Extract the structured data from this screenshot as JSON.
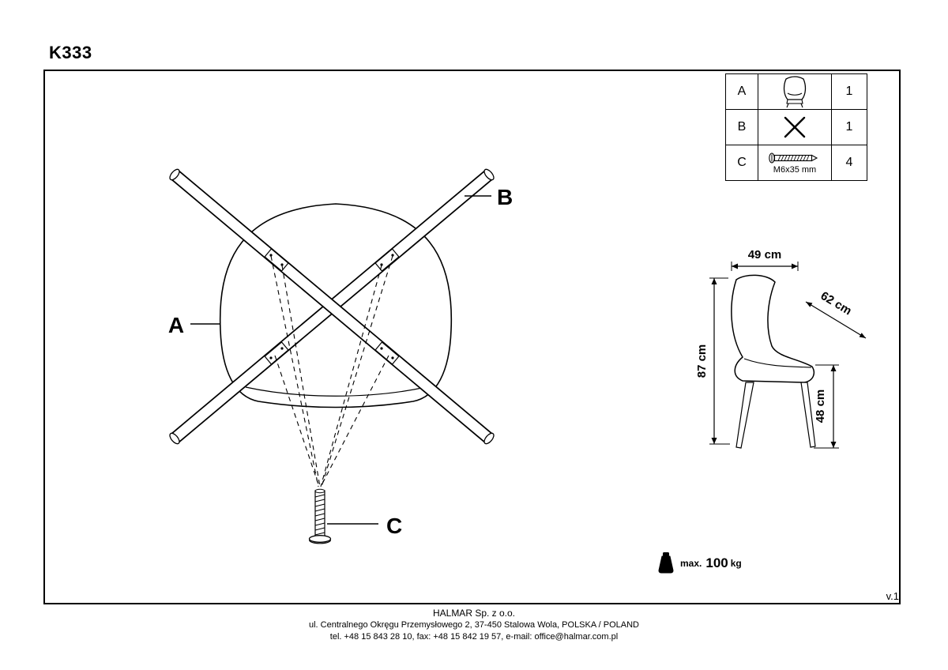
{
  "title": "K333",
  "version": "v.1",
  "parts_table": {
    "rows": [
      {
        "letter": "A",
        "icon": "chair-seat-icon",
        "qty": "1"
      },
      {
        "letter": "B",
        "icon": "cross-legs-icon",
        "qty": "1"
      },
      {
        "letter": "C",
        "icon": "screw-icon",
        "qty": "4",
        "note": "M6x35 mm"
      }
    ]
  },
  "diagram": {
    "label_seat": "A",
    "label_legs": "B",
    "label_screw": "C"
  },
  "dimensions": {
    "width": "49 cm",
    "depth": "62 cm",
    "height": "87 cm",
    "seat_height": "48 cm"
  },
  "weight_limit": {
    "prefix": "max.",
    "value": "100",
    "unit": "kg"
  },
  "footer": {
    "line1": "HALMAR Sp. z o.o.",
    "line2": "ul. Centralnego Okręgu Przemysłowego 2, 37-450 Stalowa Wola, POLSKA / POLAND",
    "line3": "tel. +48 15 843 28 10, fax: +48 15 842 19 57, e-mail: office@halmar.com.pl"
  }
}
